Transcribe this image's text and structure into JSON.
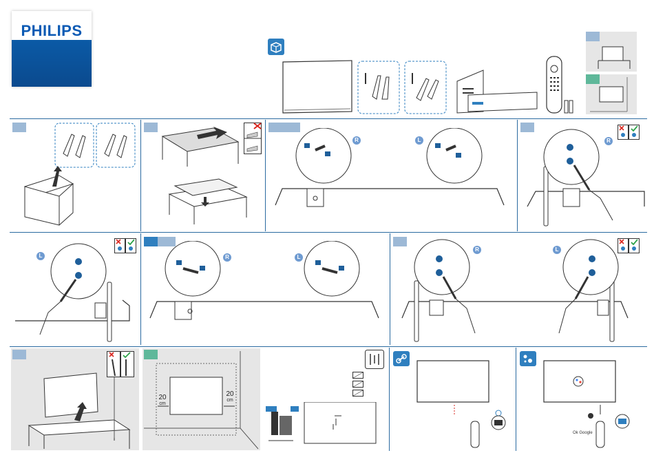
{
  "brand": {
    "name": "PHILIPS"
  },
  "side_labels": {
    "right": "R",
    "left": "L"
  },
  "wall_mount": {
    "gap_left": "20",
    "gap_right": "20",
    "unit": "cm"
  },
  "google": {
    "label": "Ok Google"
  },
  "colors": {
    "rule": "#2a6aa0",
    "step": "#9db9d6",
    "step_green": "#5fb89a",
    "accent": "#2f7fbf",
    "logo_blue": "#0b5aa6"
  },
  "icons": [
    "unbox-icon",
    "link-icon",
    "assistant-icon",
    "wall-mount-icon",
    "check-icon",
    "cross-icon"
  ]
}
